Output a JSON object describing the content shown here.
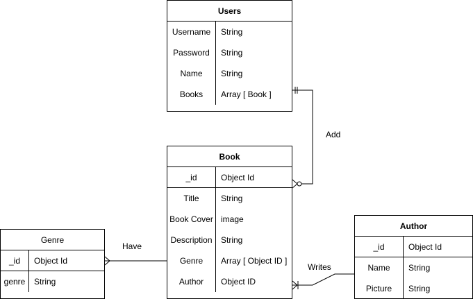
{
  "entities": {
    "users": {
      "title": "Users",
      "fields": [
        {
          "name": "Username",
          "type": "String"
        },
        {
          "name": "Password",
          "type": "String"
        },
        {
          "name": "Name",
          "type": "String"
        },
        {
          "name": "Books",
          "type": "Array [ Book ]"
        }
      ]
    },
    "book": {
      "title": "Book",
      "fields": [
        {
          "name": "_id",
          "type": "Object Id"
        },
        {
          "name": "Title",
          "type": "String"
        },
        {
          "name": "Book Cover",
          "type": "image"
        },
        {
          "name": "Description",
          "type": "String"
        },
        {
          "name": "Genre",
          "type": "Array [ Object ID ]"
        },
        {
          "name": "Author",
          "type": "Object ID"
        }
      ]
    },
    "genre": {
      "title": "Genre",
      "fields": [
        {
          "name": "_id",
          "type": "Object Id"
        },
        {
          "name": "genre",
          "type": "String"
        }
      ]
    },
    "author": {
      "title": "Author",
      "fields": [
        {
          "name": "_id",
          "type": "Object Id"
        },
        {
          "name": "Name",
          "type": "String"
        },
        {
          "name": "Picture",
          "type": "String"
        }
      ]
    }
  },
  "relations": {
    "add": "Add",
    "have": "Have",
    "writes": "Writes"
  }
}
